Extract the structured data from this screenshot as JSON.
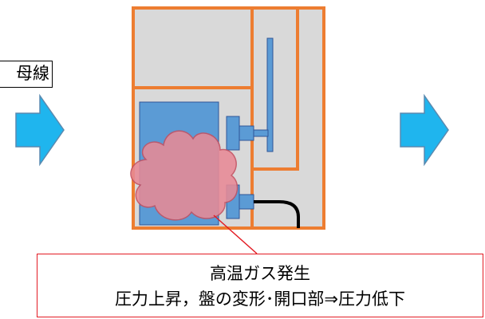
{
  "busbar_label": "母線",
  "callout": {
    "line1": "高温ガス発生",
    "line2": "圧力上昇，盤の変形･開口部⇒圧力低下"
  },
  "colors": {
    "frame_orange": "#ed7d31",
    "panel_gray": "#d9d9d9",
    "equipment_blue": "#5b9bd5",
    "arrow_cyan": "#1fb5ee",
    "gas_pink": "#e88a96",
    "callout_red": "#e31b23"
  },
  "icons": {
    "left_arrow": "right-arrow-icon",
    "right_arrow": "right-arrow-icon",
    "gas_cloud": "cloud-icon"
  }
}
